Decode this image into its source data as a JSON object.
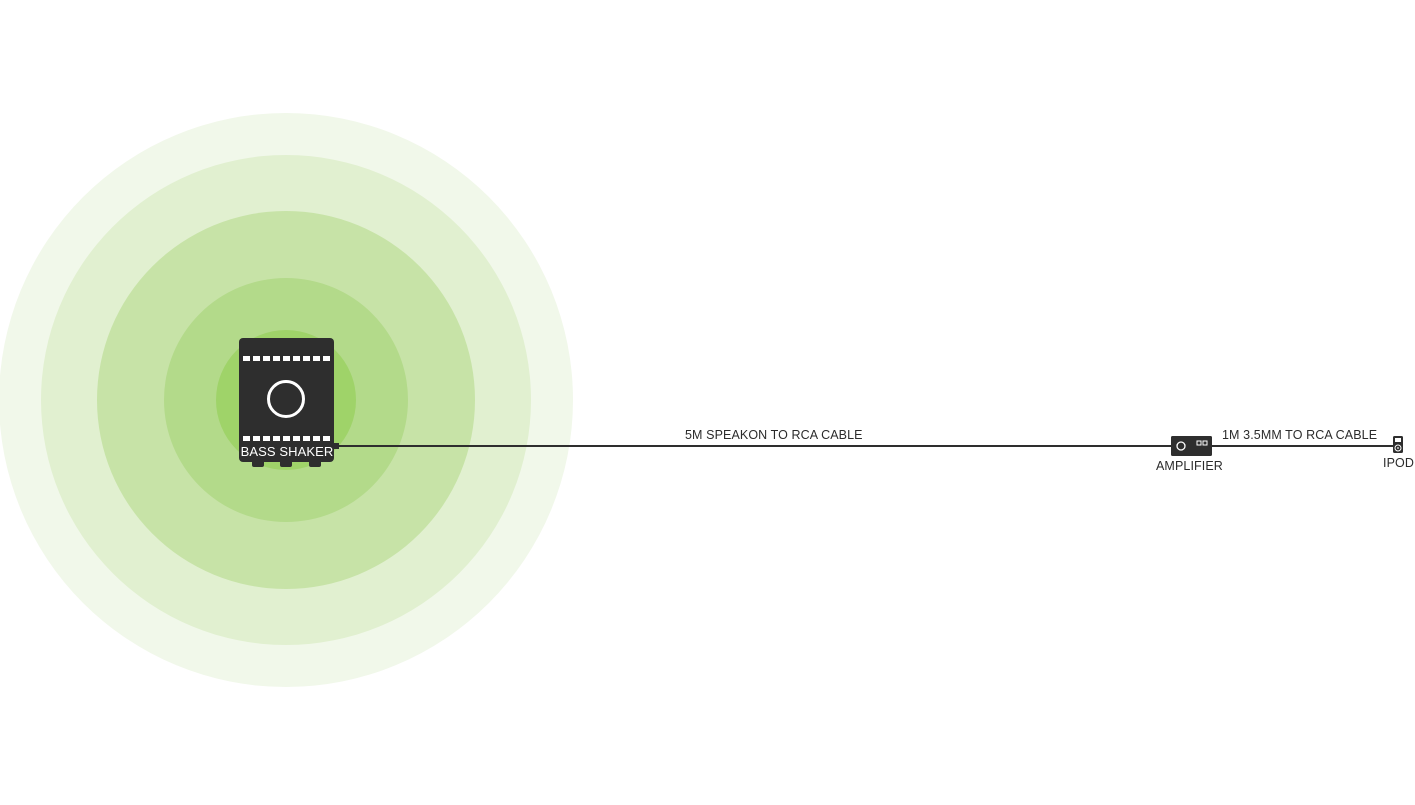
{
  "colors": {
    "ring_outer": "#f1f8ea",
    "ring_2": "#e1f0d0",
    "ring_3": "#c7e3a7",
    "ring_4": "#b3da8a",
    "ring_core": "#9fd369",
    "device": "#2e2e2e",
    "cable": "#2e2e2e"
  },
  "labels": {
    "bass_shaker": "BASS SHAKER",
    "cable_speakon": "5M SPEAKON TO RCA CABLE",
    "cable_35mm": "1M 3.5MM TO RCA CABLE",
    "amplifier": "AMPLIFIER",
    "ipod": "IPOD"
  },
  "icons": {
    "bass_shaker": "bass-shaker-icon",
    "amplifier": "amplifier-icon",
    "ipod": "ipod-icon"
  }
}
